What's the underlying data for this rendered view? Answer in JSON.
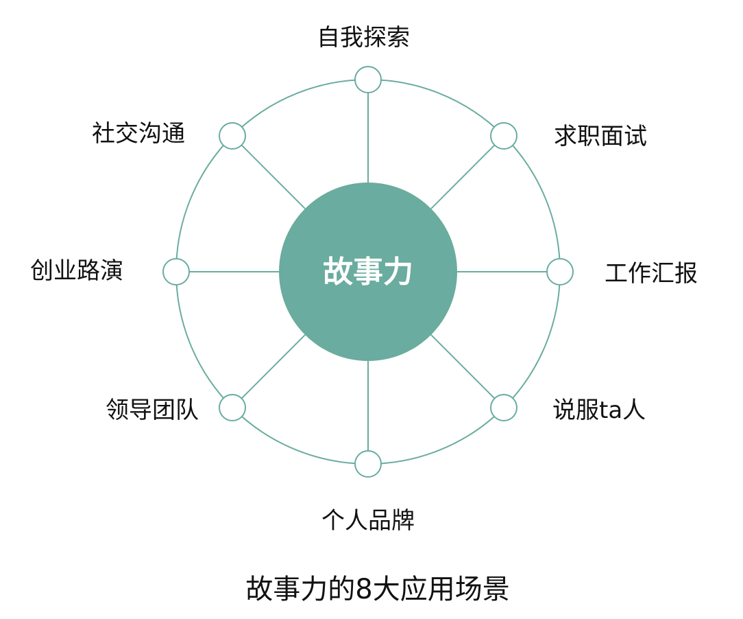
{
  "colors": {
    "accent": "#6aac9f",
    "node_fill": "#ffffff",
    "text": "#111111",
    "center_text": "#ffffff"
  },
  "center": {
    "label": "故事力"
  },
  "nodes": [
    {
      "label": "自我探索"
    },
    {
      "label": "求职面试"
    },
    {
      "label": "工作汇报"
    },
    {
      "label": "说服ta人"
    },
    {
      "label": "个人品牌"
    },
    {
      "label": "领导团队"
    },
    {
      "label": "创业路演"
    },
    {
      "label": "社交沟通"
    }
  ],
  "caption": "故事力的8大应用场景"
}
